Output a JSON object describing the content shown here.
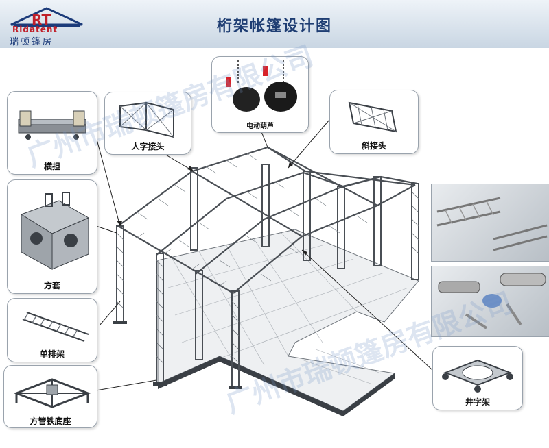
{
  "header": {
    "title": "桁架帐篷设计图",
    "logo_text": "Ridatent",
    "logo_cn": "瑞顿篷房",
    "logo_letters": "RT"
  },
  "labels": {
    "crossbar": "横担",
    "square_sleeve": "方套",
    "single_truss": "单排架",
    "base": "方管铁底座",
    "herringbone_joint": "人字接头",
    "chain_hoist": "电动葫芦",
    "oblique_joint": "斜接头",
    "cross_frame": "井字架"
  },
  "watermark": "广州市瑞顿篷房有限公司",
  "colors": {
    "title": "#1f3e73",
    "logo_red": "#c0202a",
    "truss": "#4a4f55"
  }
}
